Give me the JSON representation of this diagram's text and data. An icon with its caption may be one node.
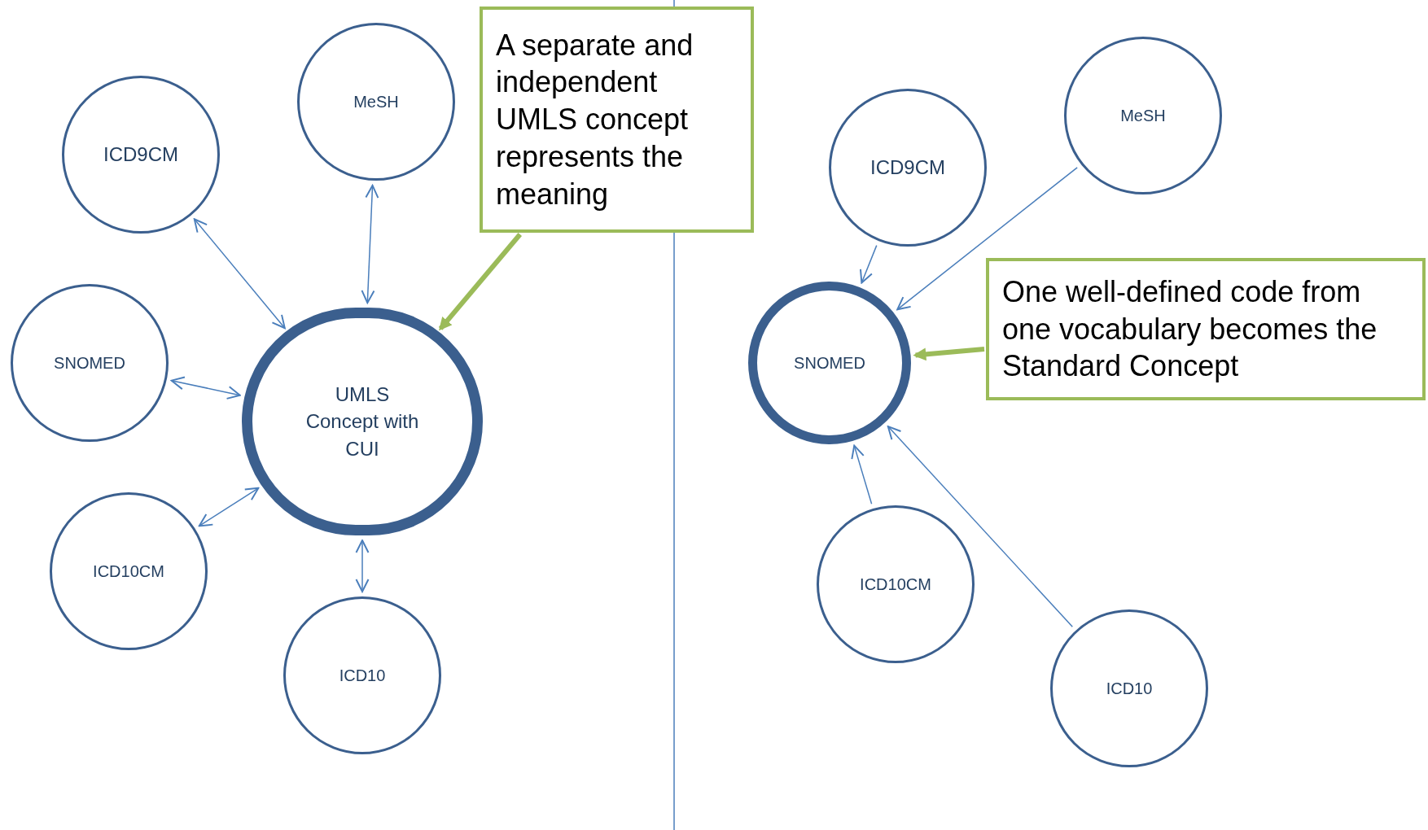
{
  "diagram": {
    "nodes": [
      {
        "text": [
          "MeSH"
        ]
      },
      {
        "text": [
          "A separate and independent UMLS concept represents the meaning"
        ]
      },
      {
        "text": [
          "ICD9CM"
        ]
      },
      {
        "text": [
          "SNOMED"
        ]
      },
      {
        "text": [
          "UMLS Concept with CUI"
        ]
      },
      {
        "text": [
          "ICD10CM"
        ]
      },
      {
        "text": [
          "ICD10"
        ]
      },
      {
        "text": [
          "MeSH"
        ]
      },
      {
        "text": [
          "ICD9CM"
        ]
      },
      {
        "text": [
          "One well-defined code from one vocabulary becomes the Standard Concept"
        ]
      },
      {
        "text": [
          "SNOMED"
        ]
      },
      {
        "text": [
          "ICD10CM"
        ]
      },
      {
        "text": [
          "ICD10"
        ]
      }
    ],
    "edges": [
      {
        "from": 2,
        "to": 4,
        "arrow": "both"
      },
      {
        "from": 0,
        "to": 4,
        "arrow": "both"
      },
      {
        "from": 3,
        "to": 4,
        "arrow": "both"
      },
      {
        "from": 5,
        "to": 4,
        "arrow": "both"
      },
      {
        "from": 6,
        "to": 4,
        "arrow": "both"
      },
      {
        "from": 1,
        "to": 4,
        "arrow": "to",
        "style": "thick",
        "color": "#9bbb59"
      },
      {
        "from": 8,
        "to": 10,
        "arrow": "to"
      },
      {
        "from": 7,
        "to": 10,
        "arrow": "to"
      },
      {
        "from": 11,
        "to": 10,
        "arrow": "to"
      },
      {
        "from": 12,
        "to": 10,
        "arrow": "to"
      },
      {
        "from": 9,
        "to": 10,
        "arrow": "to",
        "style": "thick",
        "color": "#9bbb59"
      }
    ]
  }
}
